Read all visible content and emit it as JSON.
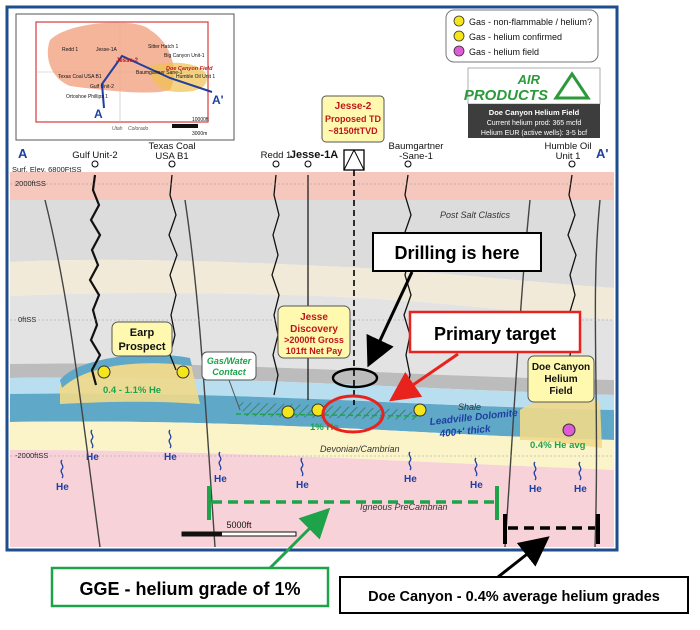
{
  "inset_map": {
    "labels": [
      "Redd 1",
      "Jesse-1A",
      "Jesse-2",
      "Sitter Hatch 1",
      "Big Canyon Unit-1",
      "Baumgartner Sane-1",
      "Doe Canyon Field",
      "Humble Oil Unit 1",
      "Texas Coal USA B1",
      "Gulf Unit-2",
      "Ortoshoe Phillips 1",
      "Utah",
      "Colorado"
    ],
    "section_start": "A",
    "section_end": "A'",
    "scale_1": "10000ft",
    "scale_2": "3000m"
  },
  "legend": {
    "items": [
      {
        "label": "Gas - non-flammable / helium?",
        "color": "#f5e61c"
      },
      {
        "label": "Gas - helium confirmed",
        "color": "#f5e61c"
      },
      {
        "label": "Gas - helium field",
        "color": "#e05bd6"
      }
    ]
  },
  "logo": {
    "top": "AIR",
    "bottom": "PRODUCTS",
    "info_title": "Doe Canyon Helium Field",
    "info_line1": "Current helium prod: 365 mcfd",
    "info_line2": "Helium EUR (active wells): 3-5 bcf"
  },
  "proposed": {
    "name": "Jesse-2",
    "line1": "Proposed TD",
    "line2": "~8150ftTVD"
  },
  "section_ends": {
    "left": "A",
    "right": "A'"
  },
  "wells": {
    "gulf": "Gulf Unit-2",
    "texas_1": "Texas Coal",
    "texas_2": "USA B1",
    "redd": "Redd 1",
    "jesse1a": "Jesse-1A",
    "baum_1": "Baumgartner",
    "baum_2": "-Sane-1",
    "humble_1": "Humble Oil",
    "humble_2": "Unit 1"
  },
  "depth": {
    "surface": "Surf. Elev. 6800FtSS",
    "d1": "2000ftSS",
    "d2": "0ftSS",
    "d3": "-2000ftSS"
  },
  "formations": {
    "post_salt": "Post Salt Clastics",
    "shale": "Shale",
    "leadville_1": "Leadville Dolomite",
    "leadville_2": "400+' thick",
    "devonian": "Devonian/Cambrian",
    "igneous": "Igneous PreCambrian"
  },
  "boxes": {
    "earp_1": "Earp",
    "earp_2": "Prospect",
    "gwc_1": "Gas/Water",
    "gwc_2": "Contact",
    "jesse_1": "Jesse",
    "jesse_2": "Discovery",
    "jesse_3": ">2000ft Gross",
    "jesse_4": "101ft Net Pay",
    "doe_1": "Doe Canyon",
    "doe_2": "Helium",
    "doe_3": "Field"
  },
  "grades": {
    "earp": "0.4 - 1.1% He",
    "jesse": "1% He",
    "doe": "0.4% He avg"
  },
  "he_label": "He",
  "scale_bar": "5000ft",
  "callouts": {
    "drilling": "Drilling is here",
    "primary": "Primary target",
    "gge": "GGE - helium grade of 1%",
    "doe": "Doe Canyon - 0.4% average helium grades"
  }
}
